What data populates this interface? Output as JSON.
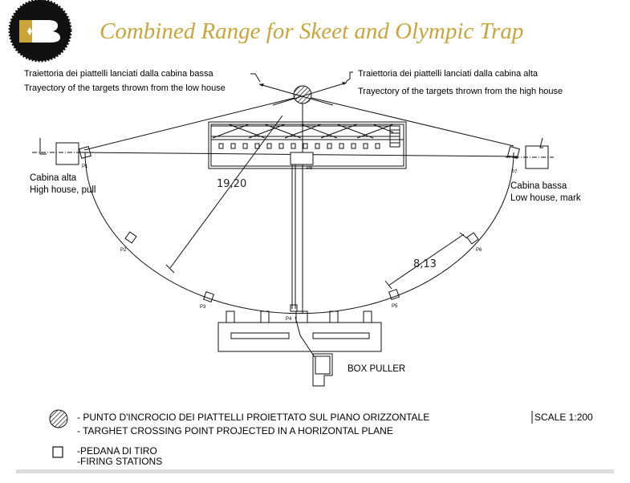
{
  "header": {
    "title": "Combined Range for Skeet and Olympic Trap",
    "logo_text": "EB"
  },
  "trajectories": {
    "low_house_it": "Traiettoria dei piattelli lanciati dalla cabina bassa",
    "low_house_en": "Trayectory of the targets thrown from the low house",
    "high_house_it": "Traiettoria dei piattelli lanciati dalla cabina alta",
    "high_house_en": "Trayectory of the targets thrown from the high house"
  },
  "houses": {
    "high_it": "Cabina alta",
    "high_en": "High house, pull",
    "low_it": "Cabina bassa",
    "low_en": "Low house, mark"
  },
  "stations": [
    "P1",
    "P2",
    "P3",
    "P4",
    "P5",
    "P6",
    "P7",
    "P8"
  ],
  "dimensions": {
    "radius": "19,20",
    "chord": "8,13"
  },
  "box_puller": "BOX PULLER",
  "legend": {
    "crossing_it": "- PUNTO D'INCROCIO DEI PIATTELLI PROIETTATO SUL PIANO ORIZZONTALE",
    "crossing_en": "- TARGHET CROSSING POINT PROJECTED IN A HORIZONTAL PLANE",
    "station_it": "-PEDANA DI TIRO",
    "station_en": "-FIRING STATIONS",
    "scale": "SCALE  1:200"
  },
  "colors": {
    "title": "#c9a53a",
    "logo_bg": "#111111",
    "logo_gold": "#c9a53a"
  }
}
